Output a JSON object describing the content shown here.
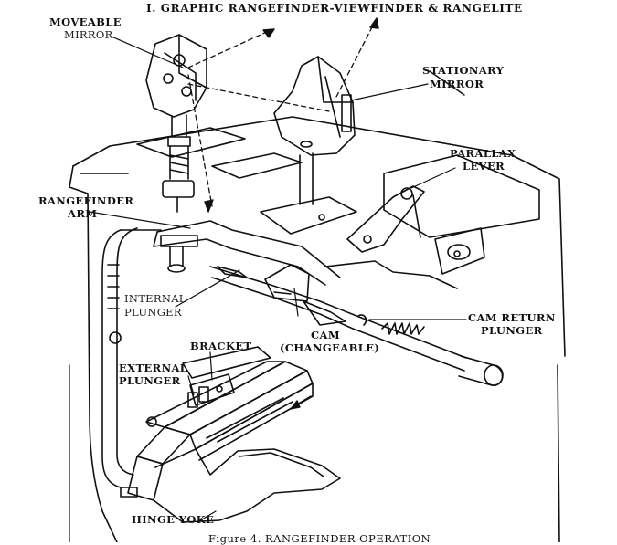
{
  "title": "I. GRAPHIC RANGEFINDER-VIEWFINDER & RANGELITE",
  "labels": {
    "moveable": "MOVEABLE",
    "mirror_left": "MIRROR",
    "stationary": "STATIONARY",
    "mirror_right": "MIRROR",
    "parallax": "PARALLAX",
    "lever": "LEVER",
    "rangefinder": "RANGEFINDER",
    "arm": "ARM",
    "internal": "INTERNAL",
    "plunger_internal": "PLUNGER",
    "cam": "CAM",
    "changeable": "(CHANGEABLE)",
    "cam_return": "CAM RETURN",
    "plunger_cam": "PLUNGER",
    "bracket": "BRACKET",
    "external": "EXTERNAL",
    "plunger_external": "PLUNGER",
    "hinge_yoke": "HINGE YOKE"
  },
  "caption": "Figure 4. RANGEFINDER OPERATION",
  "colors": {
    "ink": "#111111",
    "paper": "#ffffff"
  }
}
